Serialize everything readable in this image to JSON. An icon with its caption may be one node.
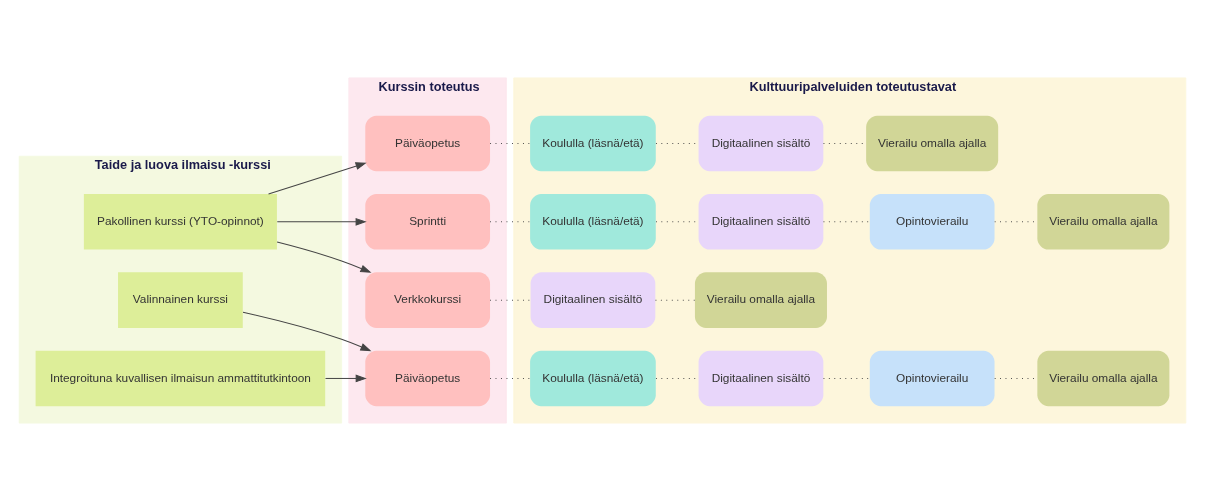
{
  "diagram": {
    "nodes": [
      {
        "text": [
          "Taide ja luova ilmaisu -kurssi"
        ]
      },
      {
        "text": [
          "Pakollinen kurssi (YTO-opinnot)"
        ],
        "in": 0
      },
      {
        "text": [
          "Valinnainen kurssi"
        ],
        "in": 0
      },
      {
        "text": [
          "Integroituna kuvallisen ilmaisun ammattitutkintoon"
        ],
        "in": 0
      },
      {
        "text": [
          "Kurssin toteutus"
        ]
      },
      {
        "text": [
          "Päiväopetus"
        ],
        "in": 4
      },
      {
        "text": [
          "Sprintti"
        ],
        "in": 4
      },
      {
        "text": [
          "Verkkokurssi"
        ],
        "in": 4
      },
      {
        "text": [
          "Päiväopetus"
        ],
        "in": 4
      },
      {
        "text": [
          "Kulttuuripalveluiden toteutustavat"
        ]
      },
      {
        "text": [
          "Koululla (läsnä/etä)"
        ],
        "in": 9
      },
      {
        "text": [
          "Digitaalinen sisältö"
        ],
        "in": 9
      },
      {
        "text": [
          "Vierailu omalla ajalla"
        ],
        "in": 9
      },
      {
        "text": [
          "Koululla (läsnä/etä)"
        ],
        "in": 9
      },
      {
        "text": [
          "Digitaalinen sisältö"
        ],
        "in": 9
      },
      {
        "text": [
          "Opintovierailu"
        ],
        "in": 9
      },
      {
        "text": [
          "Vierailu omalla ajalla"
        ],
        "in": 9
      },
      {
        "text": [
          "Digitaalinen sisältö"
        ],
        "in": 9
      },
      {
        "text": [
          "Vierailu omalla ajalla"
        ],
        "in": 9
      },
      {
        "text": [
          "Koululla (läsnä/etä)"
        ],
        "in": 9
      },
      {
        "text": [
          "Digitaalinen sisältö"
        ],
        "in": 9
      },
      {
        "text": [
          "Opintovierailu"
        ],
        "in": 9
      },
      {
        "text": [
          "Vierailu omalla ajalla"
        ],
        "in": 9
      }
    ],
    "edges": [
      {
        "from": 1,
        "to": 5,
        "arrow": "to"
      },
      {
        "from": 1,
        "to": 6,
        "arrow": "to"
      },
      {
        "from": 1,
        "to": 7,
        "arrow": "to"
      },
      {
        "from": 2,
        "to": 8,
        "arrow": "to"
      },
      {
        "from": 3,
        "to": 8,
        "arrow": "to"
      },
      {
        "from": 5,
        "to": 10,
        "arrow": "none",
        "style": "dashed"
      },
      {
        "from": 10,
        "to": 11,
        "arrow": "none",
        "style": "dashed"
      },
      {
        "from": 11,
        "to": 12,
        "arrow": "none",
        "style": "dashed"
      },
      {
        "from": 6,
        "to": 13,
        "arrow": "none",
        "style": "dashed"
      },
      {
        "from": 13,
        "to": 14,
        "arrow": "none",
        "style": "dashed"
      },
      {
        "from": 14,
        "to": 15,
        "arrow": "none",
        "style": "dashed"
      },
      {
        "from": 15,
        "to": 16,
        "arrow": "none",
        "style": "dashed"
      },
      {
        "from": 7,
        "to": 17,
        "arrow": "none",
        "style": "dashed"
      },
      {
        "from": 17,
        "to": 18,
        "arrow": "none",
        "style": "dashed"
      },
      {
        "from": 8,
        "to": 19,
        "arrow": "none",
        "style": "dashed"
      },
      {
        "from": 19,
        "to": 20,
        "arrow": "none",
        "style": "dashed"
      },
      {
        "from": 20,
        "to": 21,
        "arrow": "none",
        "style": "dashed"
      },
      {
        "from": 21,
        "to": 22,
        "arrow": "none",
        "style": "dashed"
      }
    ]
  }
}
